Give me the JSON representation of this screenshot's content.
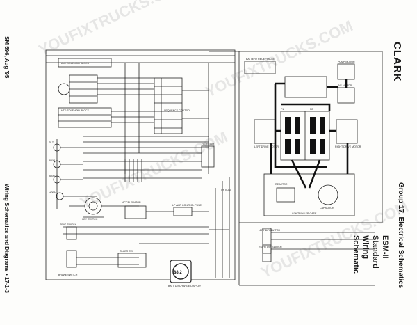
{
  "document": {
    "manual_ref": "SM 596, Aug '95",
    "section_footer": "Wiring Schematics and Diagrams",
    "bullet": "•",
    "page_number": "17-1-3",
    "brand": "CLARK",
    "group_title": "Group 17, Electrical Schematics",
    "schematic_title_lines": [
      "ESM-II",
      "Standard",
      "Wiring",
      "Schematic"
    ],
    "watermark": "YOUFIXTRUCKS.COM"
  },
  "left_circuit": {
    "labels": {
      "aux_solenoid": "AUX SOLENOID BLOCK",
      "htd_solenoid": "HTD SOLENOID BLOCK",
      "sequence_control": "SEQUENCE CONTROL",
      "fault_relay": "FLT RELAY",
      "tilt": "TILT",
      "aux1": "AUX1",
      "aux2": "AUX2",
      "horn": "HORN",
      "key_switch": "KEY SWITCH",
      "accelerator": "ACCELERATOR",
      "lp_amp": "LP AMP CONTROL FUSE",
      "seat_switch": "SEAT SWITCH",
      "brake_switch": "BRAKE SWITCH",
      "tiller_switch": "TILLER SW",
      "battery_display": "BATT DISCHARGE DISPLAY",
      "display_value": "88.2",
      "option": "OPTION"
    }
  },
  "right_circuit": {
    "labels": {
      "battery_receptacle": "BATTERY RECEPTACLE",
      "pump_motor": "PUMP MOTOR",
      "ps_motor": "P/S MOTOR",
      "left_drive_motor": "LEFT DRIVE MOTOR",
      "right_drive_motor": "RIGHT DRIVE MOTOR",
      "reactor": "REACTOR",
      "capacitor": "CAPACITOR",
      "controller_case": "CONTROLLER CASE",
      "left_dir_switch": "LEFT DIR SWITCH",
      "right_dir_switch": "RIGHT DIR SWITCH",
      "f1": "F1",
      "f2": "F2"
    }
  },
  "colors": {
    "ink": "#1a1a1a",
    "heavy": "#111111",
    "watermark": "#d9d9d9"
  }
}
